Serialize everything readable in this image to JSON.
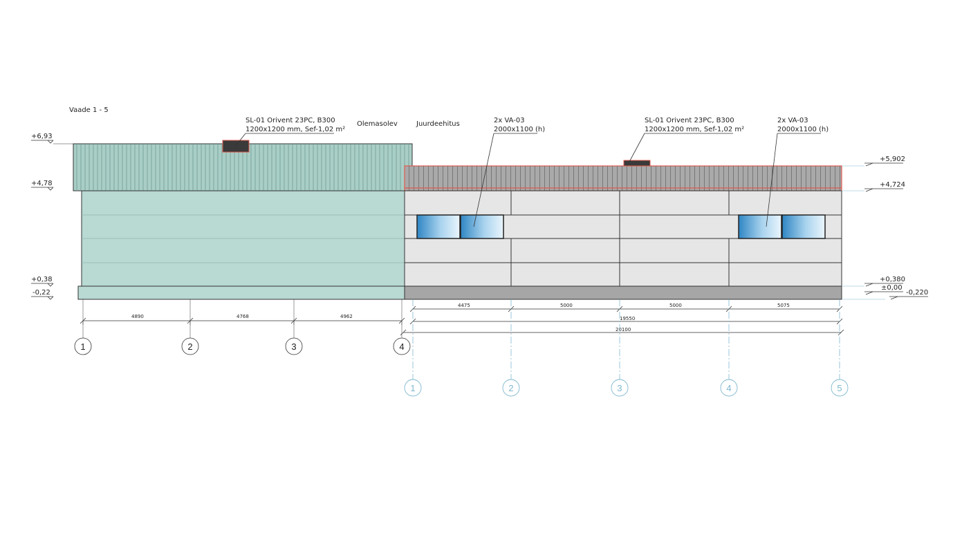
{
  "title": "Vaade 1 - 5",
  "labels": {
    "existing": "Olemasolev",
    "extension": "Juurdeehitus"
  },
  "callouts": {
    "skylight_left_line1": "SL-01 Orivent 23PC, B300",
    "skylight_left_line2": "1200x1200 mm, Sef-1,02 m²",
    "skylight_right_line1": "SL-01 Orivent 23PC, B300",
    "skylight_right_line2": "1200x1200 mm, Sef-1,02 m²",
    "window_left_line1": "2x VA-03",
    "window_left_line2": "2000x1100 (h)",
    "window_right_line1": "2x VA-03",
    "window_right_line2": "2000x1100 (h)"
  },
  "levels_left": {
    "top": "+6,93",
    "eave": "+4,78",
    "floor": "+0,38",
    "ground": "-0,22"
  },
  "levels_right": {
    "top": "+5,902",
    "eave": "+4,724",
    "floor": "+0,380",
    "zero": "±0,00",
    "ground": "-0,220"
  },
  "dims_left": [
    "4890",
    "4768",
    "4962"
  ],
  "dims_right": [
    "4475",
    "5000",
    "5000",
    "5075"
  ],
  "dim_total_inner": "19550",
  "dim_total_outer": "20100",
  "grid_left": [
    "1",
    "2",
    "3",
    "4"
  ],
  "grid_right": [
    "1",
    "2",
    "3",
    "4",
    "5"
  ],
  "colors": {
    "existing_wall": "#b9d9d3",
    "existing_roof": "#a9cec6",
    "extension_wall": "#e6e6e6",
    "extension_roof": "#a9a9a9",
    "plinth": "#a6a6a6",
    "window": "#5fa8d6",
    "grid_blue": "#7fb8cf",
    "accent_red": "#e05a4e"
  }
}
